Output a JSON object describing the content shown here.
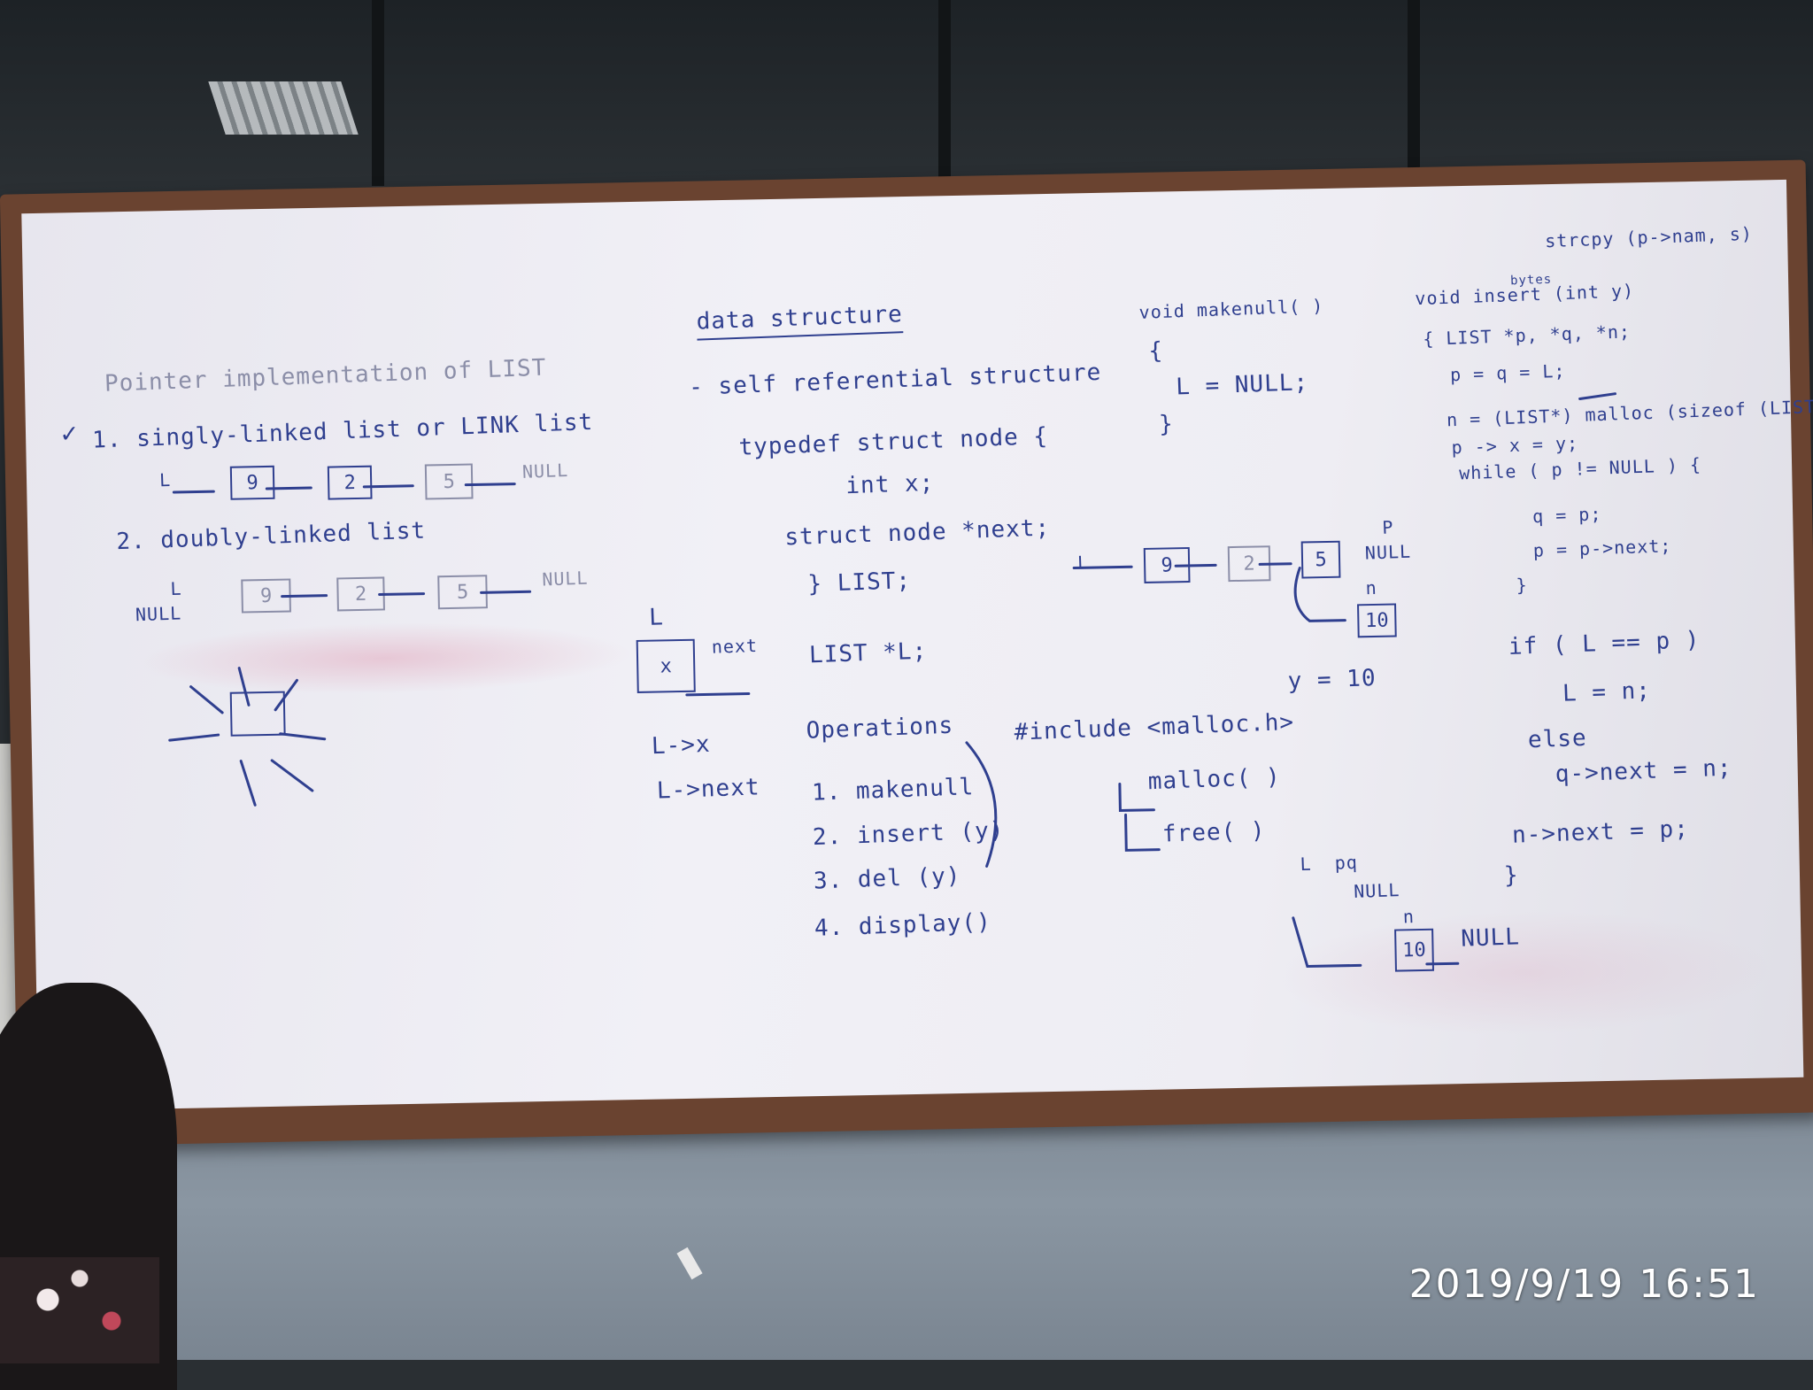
{
  "board": {
    "top_right": "strcpy (p->nam, s)",
    "left": {
      "title": "Pointer implementation of LIST",
      "check": "✓",
      "item1": "1. singly-linked list or LINK list",
      "sll_head": "L",
      "sll_nodes": [
        "9",
        "2",
        "5"
      ],
      "sll_tail": "NULL",
      "item2": "2. doubly-linked list",
      "dll_head": "L",
      "dll_null": "NULL",
      "dll_nodes": [
        "9",
        "2",
        "5"
      ],
      "dll_tail": "NULL"
    },
    "middle": {
      "heading": "data structure",
      "sub": "- self referential structure",
      "code": [
        "typedef struct node {",
        "int x;",
        "struct node *next;",
        "} LIST;"
      ],
      "decl": "LIST *L;",
      "box_label": "L",
      "box_value": "x",
      "box_arrow": "next",
      "access": [
        "L->x",
        "L->next"
      ],
      "ops_title": "Operations",
      "ops": [
        "1. makenull",
        "2. insert (y)",
        "3. del (y)",
        "4. display()"
      ]
    },
    "include": {
      "line": "#include <malloc.h>",
      "fns": [
        "malloc( )",
        "free( )"
      ]
    },
    "makenull": {
      "sig": "void makenull( )",
      "open": "{",
      "body": "L = NULL;",
      "close": "}"
    },
    "diagram": {
      "head": "L",
      "nodes": [
        "9",
        "2",
        "5"
      ],
      "p_label": "P",
      "null": "NULL",
      "n_label": "n",
      "new_node": "10",
      "y_eq": "y = 10"
    },
    "insert": {
      "sig": "void insert (int y)",
      "lines": [
        "{ LIST *p, *q, *n;",
        "p = q = L;",
        "n = (LIST*) malloc (sizeof (LIST));",
        "p -> x = y;",
        "while ( p != NULL ) {",
        "q = p;",
        "p = p->next;",
        "}",
        "if ( L == p )",
        "L = n;",
        "else",
        "q->next = n;",
        "n->next = p;",
        "}"
      ],
      "note": "bytes"
    },
    "bottom_diagram": {
      "labels": "L  pq",
      "null": "NULL",
      "n_label": "n",
      "node": "10",
      "tail": "NULL"
    }
  },
  "timestamp": "2019/9/19  16:51"
}
